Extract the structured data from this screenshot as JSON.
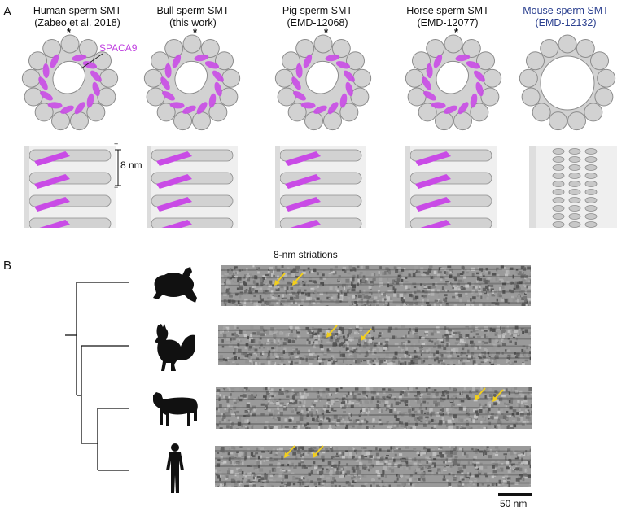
{
  "panels": {
    "a": "A",
    "b": "B"
  },
  "panel_a": {
    "columns": [
      {
        "line1": "Human sperm SMT",
        "line2": "(Zabeo et al. 2018)",
        "highlight": true,
        "blue": false
      },
      {
        "line1": "Bull sperm SMT",
        "line2": "(this work)",
        "highlight": true,
        "blue": false
      },
      {
        "line1": "Pig sperm SMT",
        "line2": "(EMD-12068)",
        "highlight": true,
        "blue": false
      },
      {
        "line1": "Horse sperm SMT",
        "line2": "(EMD-12077)",
        "highlight": true,
        "blue": false
      },
      {
        "line1": "Mouse sperm SMT",
        "line2": "(EMD-12132)",
        "highlight": false,
        "blue": true
      }
    ],
    "star": "*",
    "spaca9_label": "SPACA9",
    "scale_label": "8 nm",
    "scale_plus": "+",
    "scale_minus": "−",
    "colors": {
      "highlight": "#c94be6",
      "density": "#d2d2d2",
      "edge": "#8c8c8c",
      "blue_title": "#2a3f8f"
    }
  },
  "panel_b": {
    "striations_label": "8-nm striations",
    "species": [
      {
        "name": "frog-icon"
      },
      {
        "name": "rooster-icon"
      },
      {
        "name": "cow-icon"
      },
      {
        "name": "human-icon"
      }
    ],
    "scale_label": "50 nm",
    "arrow_color": "#f2cf1d"
  }
}
